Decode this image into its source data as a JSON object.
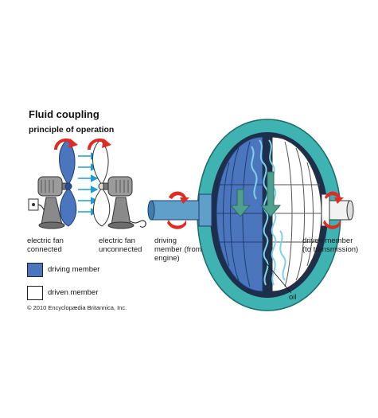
{
  "title": "Fluid coupling",
  "subtitle": "principle of operation",
  "fans": {
    "left_caption": "electric fan\nconnected",
    "right_caption": "electric fan\nunconnected"
  },
  "legend": {
    "driving_label": "driving member",
    "driven_label": "driven member",
    "driving_color": "#4b76bd",
    "driven_color": "#ffffff"
  },
  "coupling": {
    "driving_caption": "driving\nmember (from\nengine)",
    "driven_caption": "driven member\n(to transmission)",
    "oil_label": "oil",
    "housing_color": "#3fb3b1",
    "shaft_color": "#5f9fc9",
    "arrow_color": "#e02a22",
    "flow_color": "#4e9f8f"
  },
  "copyright": "© 2010 Encyclopædia Britannica, Inc."
}
